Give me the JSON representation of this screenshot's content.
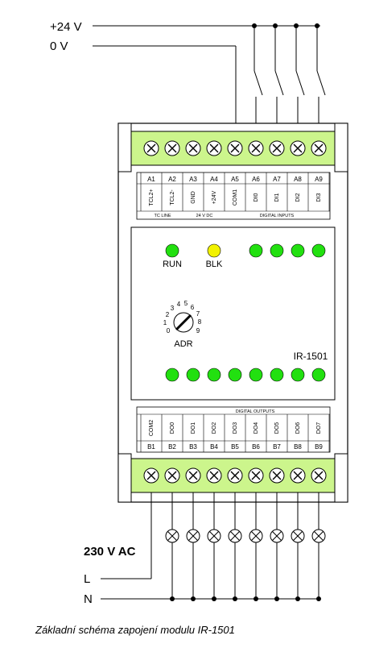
{
  "supply": {
    "plus24": "+24 V",
    "zero": "0 V"
  },
  "top_terminals": [
    {
      "pin": "A1",
      "signal": "TCL2+"
    },
    {
      "pin": "A2",
      "signal": "TCL2-"
    },
    {
      "pin": "A3",
      "signal": "GND"
    },
    {
      "pin": "A4",
      "signal": "+24V"
    },
    {
      "pin": "A5",
      "signal": "COM1"
    },
    {
      "pin": "A6",
      "signal": "DI0"
    },
    {
      "pin": "A7",
      "signal": "DI1"
    },
    {
      "pin": "A8",
      "signal": "DI2"
    },
    {
      "pin": "A9",
      "signal": "DI3"
    }
  ],
  "top_groups": [
    "TC LINE",
    "24 V DC",
    "DIGITAL INPUTS"
  ],
  "leds": {
    "run_label": "RUN",
    "blk_label": "BLK",
    "run_color": "#22e010",
    "blk_color": "#f2f200",
    "input_color": "#22e010",
    "output_color": "#22e010",
    "input_count": 4,
    "output_count": 8
  },
  "dial": {
    "label": "ADR",
    "digits": [
      "0",
      "1",
      "2",
      "3",
      "4",
      "5",
      "6",
      "7",
      "8",
      "9"
    ]
  },
  "model": "IR-1501",
  "bottom_group": "DIGITAL OUTPUTS",
  "bottom_terminals": [
    {
      "pin": "B1",
      "signal": "COM2"
    },
    {
      "pin": "B2",
      "signal": "DO0"
    },
    {
      "pin": "B3",
      "signal": "DO1"
    },
    {
      "pin": "B4",
      "signal": "DO2"
    },
    {
      "pin": "B5",
      "signal": "DO3"
    },
    {
      "pin": "B6",
      "signal": "DO4"
    },
    {
      "pin": "B7",
      "signal": "DO5"
    },
    {
      "pin": "B8",
      "signal": "DO6"
    },
    {
      "pin": "B9",
      "signal": "DO7"
    }
  ],
  "mains": {
    "voltage": "230 V AC",
    "line": "L",
    "neutral": "N"
  },
  "caption": "Základní schéma zapojení modulu IR-1501"
}
